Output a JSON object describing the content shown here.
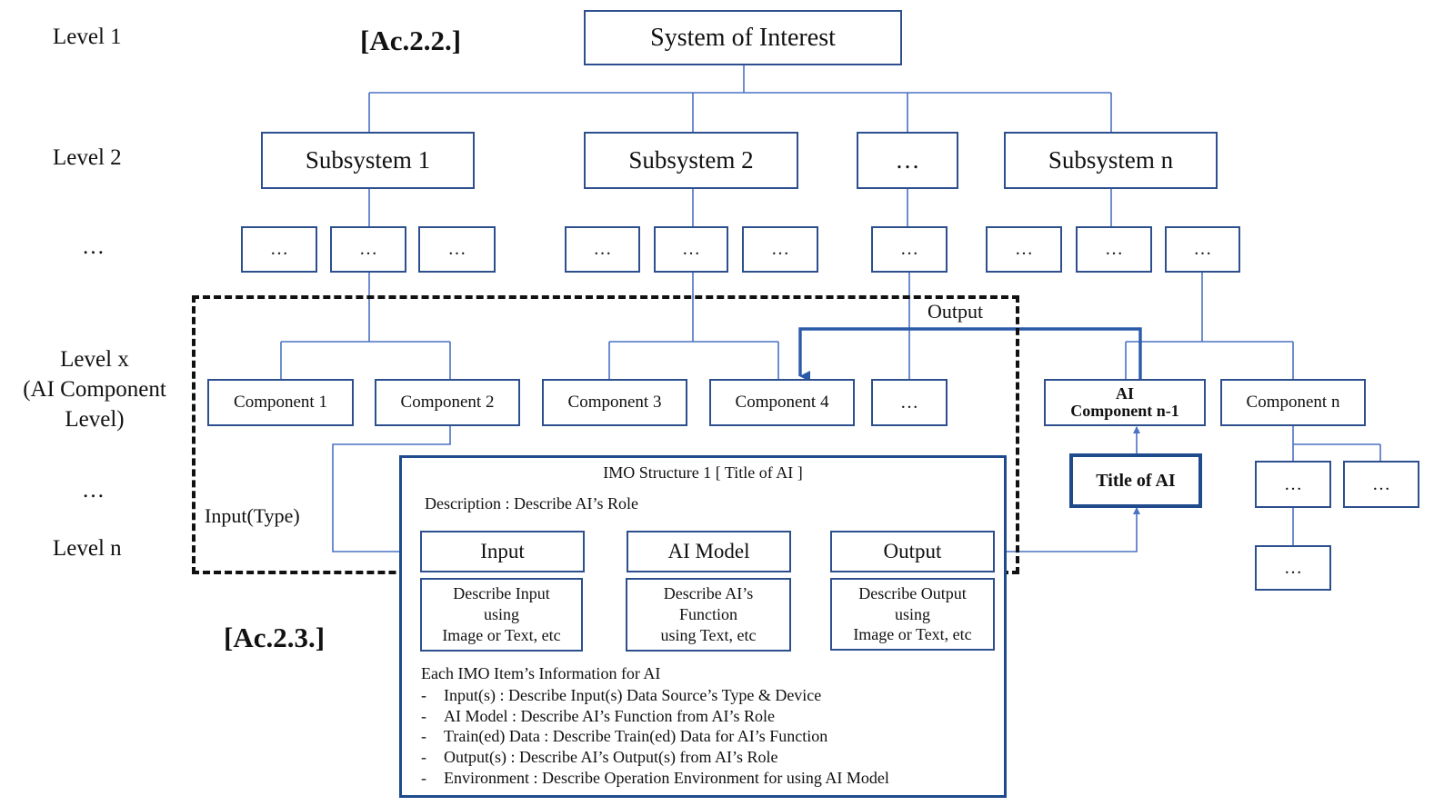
{
  "levels": {
    "level1": "Level 1",
    "level2": "Level 2",
    "dots1": "…",
    "levelx_line1": "Level x",
    "levelx_line2": "(AI Component",
    "levelx_line3": "Level)",
    "dots2": "…",
    "leveln": "Level n"
  },
  "tags": {
    "ac22": "[Ac.2.2.]",
    "ac23": "[Ac.2.3.]"
  },
  "root": {
    "label": "System of Interest"
  },
  "subsystems": {
    "s1": "Subsystem 1",
    "s2": "Subsystem 2",
    "s3": "…",
    "sn": "Subsystem n"
  },
  "dots_box_label": "…",
  "components": {
    "c1": "Component 1",
    "c2": "Component 2",
    "c3": "Component 3",
    "c4": "Component 4",
    "c5": "…",
    "ai_line1": "AI",
    "ai_line2": "Component n-1",
    "cn": "Component n"
  },
  "title_of_ai": "Title of AI",
  "labels": {
    "output": "Output",
    "input_type": "Input(Type)"
  },
  "imo": {
    "title": "IMO Structure 1 [ Title of AI ]",
    "description": "Description : Describe AI’s Role",
    "input": "Input",
    "model": "AI Model",
    "output": "Output",
    "input_desc": [
      "Describe Input",
      "using",
      "Image or Text, etc"
    ],
    "model_desc": [
      "Describe AI’s",
      "Function",
      "using Text, etc"
    ],
    "output_desc": [
      "Describe Output",
      "using",
      "Image or Text, etc"
    ],
    "info_header": "Each IMO Item’s Information for AI",
    "info_items": [
      {
        "dash": "-",
        "text": "Input(s) : Describe Input(s) Data Source’s Type & Device"
      },
      {
        "dash": "-",
        "text": "AI Model : Describe AI’s Function from AI’s Role"
      },
      {
        "dash": "-",
        "text": "Train(ed) Data : Describe Train(ed) Data for AI’s Function"
      },
      {
        "dash": "-",
        "text": "Output(s) : Describe AI’s Output(s) from AI’s Role"
      },
      {
        "dash": "-",
        "text": "Environment : Describe Operation Environment for using AI Model"
      }
    ]
  },
  "colors": {
    "box_border": "#2d4f8e",
    "line": "#4a72c4",
    "thick_line": "#2a5aa8"
  }
}
